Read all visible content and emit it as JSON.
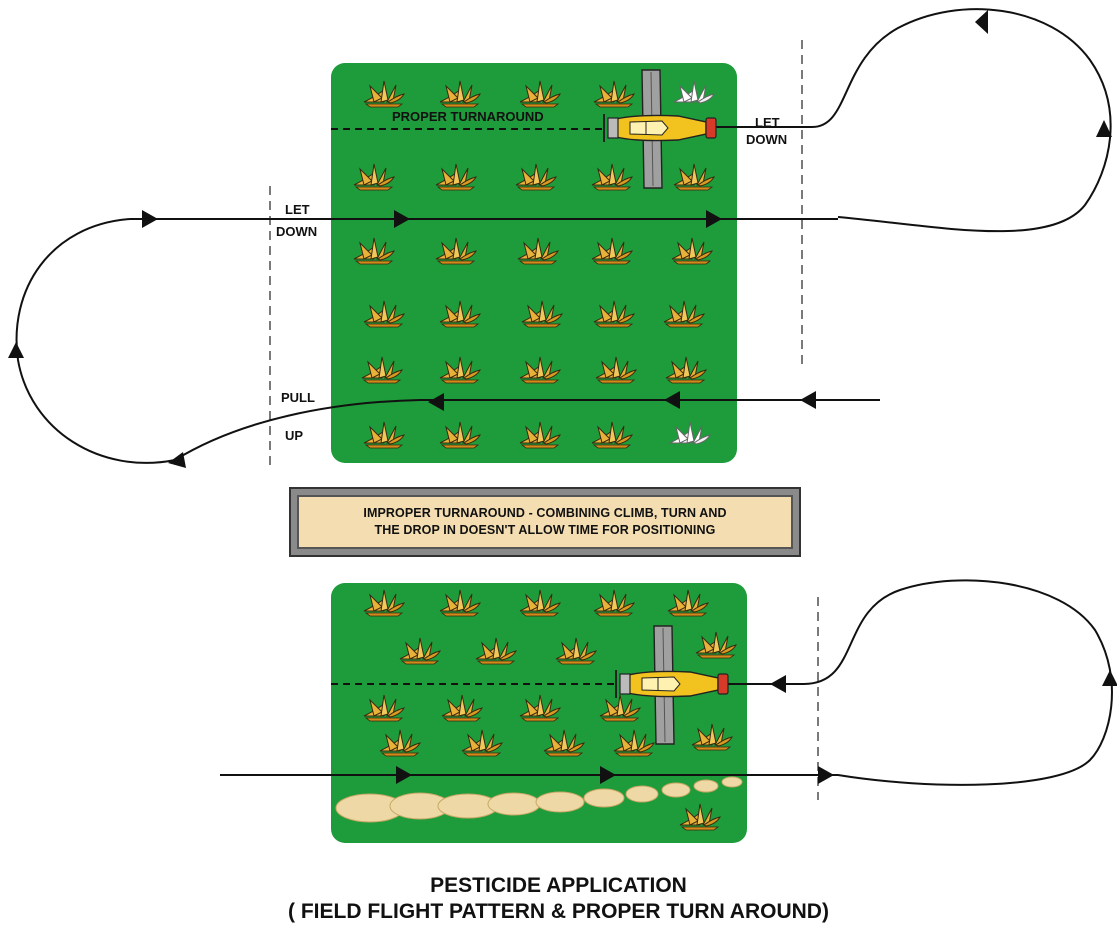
{
  "top_field": {
    "labels": {
      "proper_turnaround": "PROPER TURNAROUND",
      "let_down_right_1": "LET",
      "let_down_right_2": "DOWN",
      "let_down_left_1": "LET",
      "let_down_left_2": "DOWN",
      "pull_up_1": "PULL",
      "pull_up_2": "UP"
    }
  },
  "banner": {
    "line1": "IMPROPER TURNAROUND - COMBINING  CLIMB, TURN AND",
    "line2": "THE DROP IN DOESN'T ALLOW TIME FOR POSITIONING"
  },
  "caption": {
    "line1": "PESTICIDE APPLICATION",
    "line2": "( FIELD FLIGHT PATTERN & PROPER TURN AROUND)"
  },
  "colors": {
    "field": "#1e9b3a",
    "crop": "#e8b23a",
    "crop_highlight": "#ffffff",
    "plane_body": "#f2c21e",
    "plane_wing": "#9c9c9c",
    "spray_cloud": "#eed9a6"
  },
  "icons": {
    "crop": "crop-plant-icon",
    "plane": "crop-duster-plane-icon",
    "arrow": "direction-arrow-icon"
  }
}
